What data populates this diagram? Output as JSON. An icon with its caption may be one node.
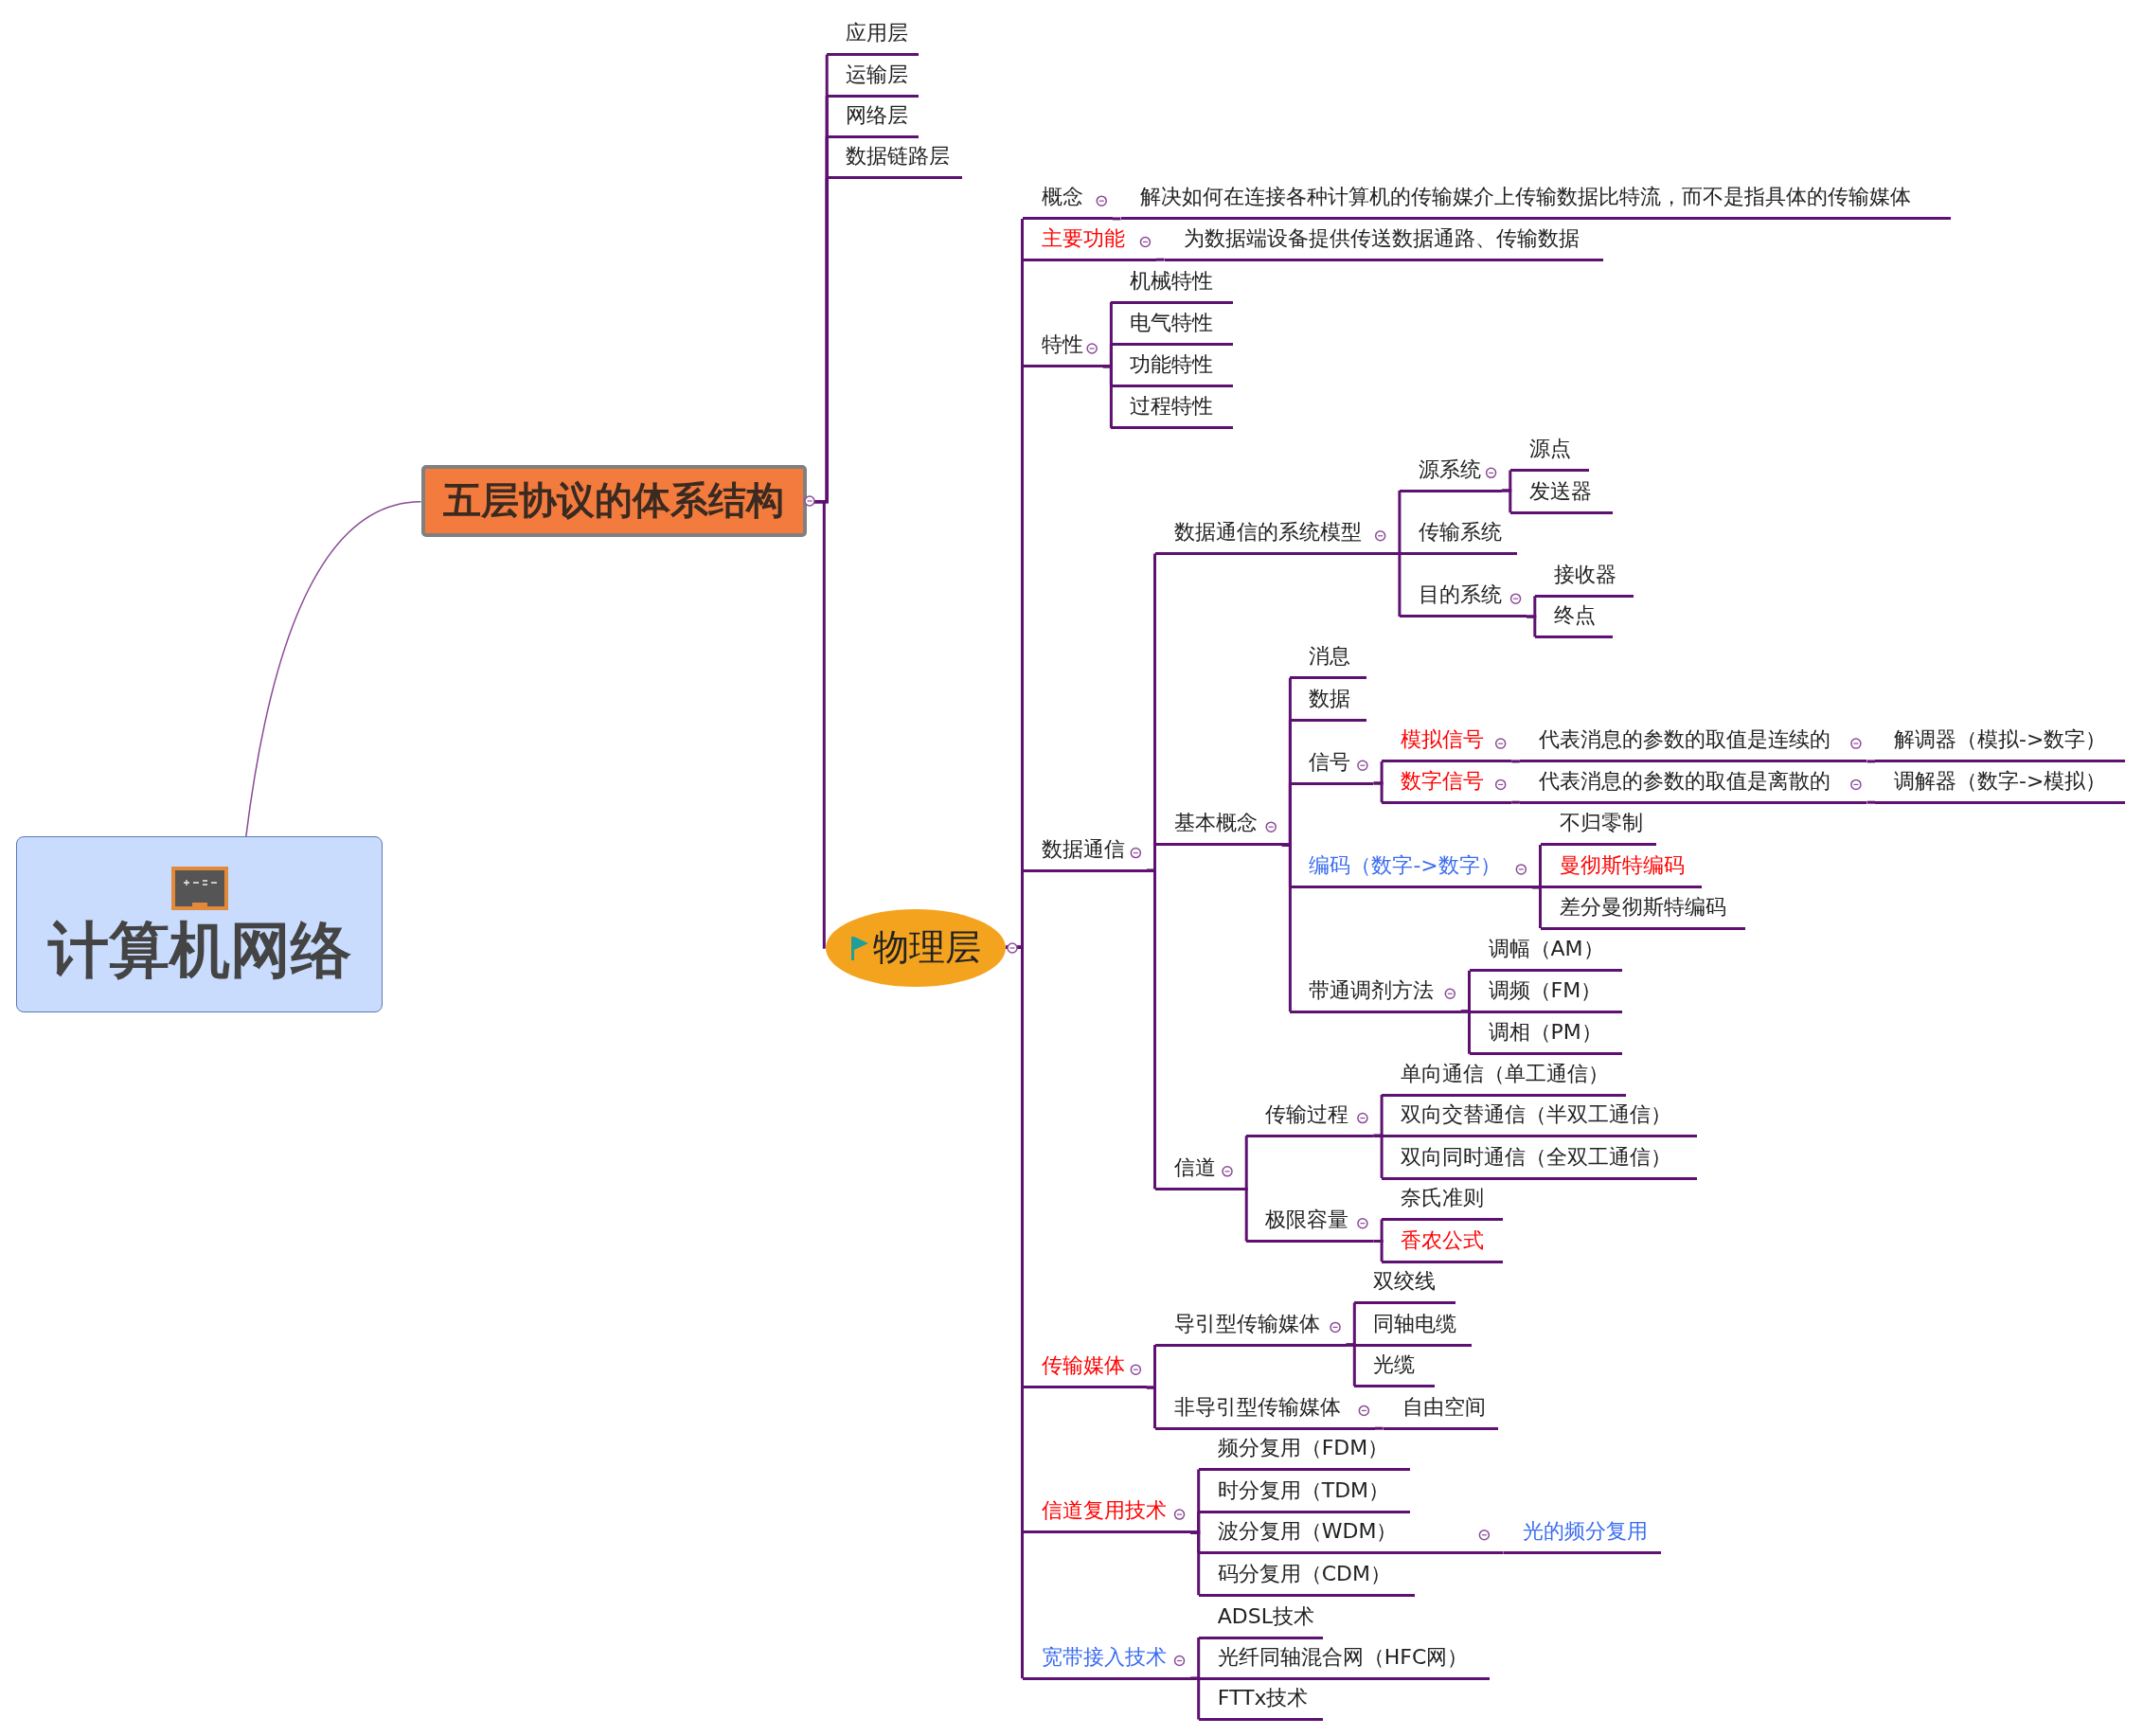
{
  "diagram": {
    "nodes": [
      {
        "text": [
          "计算机网络"
        ]
      },
      {
        "text": [
          "五层协议的体系结构"
        ]
      },
      {
        "text": [
          "应用层"
        ]
      },
      {
        "text": [
          "运输层"
        ]
      },
      {
        "text": [
          "网络层"
        ]
      },
      {
        "text": [
          "数据链路层"
        ]
      },
      {
        "text": [
          "物理层"
        ]
      },
      {
        "text": [
          "概念"
        ]
      },
      {
        "text": [
          "解决如何在连接各种计算机的传输媒介上传输数据比特流，而不是指具体的传输媒体"
        ]
      },
      {
        "text": [
          "主要功能"
        ]
      },
      {
        "text": [
          "为数据端设备提供传送数据通路、传输数据"
        ]
      },
      {
        "text": [
          "特性"
        ]
      },
      {
        "text": [
          "机械特性"
        ]
      },
      {
        "text": [
          "电气特性"
        ]
      },
      {
        "text": [
          "功能特性"
        ]
      },
      {
        "text": [
          "过程特性"
        ]
      },
      {
        "text": [
          "数据通信"
        ]
      },
      {
        "text": [
          "数据通信的系统模型"
        ]
      },
      {
        "text": [
          "源系统"
        ]
      },
      {
        "text": [
          "源点"
        ]
      },
      {
        "text": [
          "发送器"
        ]
      },
      {
        "text": [
          "传输系统"
        ]
      },
      {
        "text": [
          "目的系统"
        ]
      },
      {
        "text": [
          "接收器"
        ]
      },
      {
        "text": [
          "终点"
        ]
      },
      {
        "text": [
          "基本概念"
        ]
      },
      {
        "text": [
          "消息"
        ]
      },
      {
        "text": [
          "数据"
        ]
      },
      {
        "text": [
          "信号"
        ]
      },
      {
        "text": [
          "模拟信号"
        ]
      },
      {
        "text": [
          "代表消息的参数的取值是连续的"
        ]
      },
      {
        "text": [
          "解调器（模拟->数字）"
        ]
      },
      {
        "text": [
          "数字信号"
        ]
      },
      {
        "text": [
          "代表消息的参数的取值是离散的"
        ]
      },
      {
        "text": [
          "调解器（数字->模拟）"
        ]
      },
      {
        "text": [
          "编码（数字->数字）"
        ]
      },
      {
        "text": [
          "不归零制"
        ]
      },
      {
        "text": [
          "曼彻斯特编码"
        ]
      },
      {
        "text": [
          "差分曼彻斯特编码"
        ]
      },
      {
        "text": [
          "带通调剂方法"
        ]
      },
      {
        "text": [
          "调幅（AM）"
        ]
      },
      {
        "text": [
          "调频（FM）"
        ]
      },
      {
        "text": [
          "调相（PM）"
        ]
      },
      {
        "text": [
          "信道"
        ]
      },
      {
        "text": [
          "传输过程"
        ]
      },
      {
        "text": [
          "单向通信（单工通信）"
        ]
      },
      {
        "text": [
          "双向交替通信（半双工通信）"
        ]
      },
      {
        "text": [
          "双向同时通信（全双工通信）"
        ]
      },
      {
        "text": [
          "极限容量"
        ]
      },
      {
        "text": [
          "奈氏准则"
        ]
      },
      {
        "text": [
          "香农公式"
        ]
      },
      {
        "text": [
          "传输媒体"
        ]
      },
      {
        "text": [
          "导引型传输媒体"
        ]
      },
      {
        "text": [
          "双绞线"
        ]
      },
      {
        "text": [
          "同轴电缆"
        ]
      },
      {
        "text": [
          "光缆"
        ]
      },
      {
        "text": [
          "非导引型传输媒体"
        ]
      },
      {
        "text": [
          "自由空间"
        ]
      },
      {
        "text": [
          "信道复用技术"
        ]
      },
      {
        "text": [
          "频分复用（FDM）"
        ]
      },
      {
        "text": [
          "时分复用（TDM）"
        ]
      },
      {
        "text": [
          "波分复用（WDM）"
        ]
      },
      {
        "text": [
          "光的频分复用"
        ]
      },
      {
        "text": [
          "码分复用（CDM）"
        ]
      },
      {
        "text": [
          "宽带接入技术"
        ]
      },
      {
        "text": [
          "ADSL技术"
        ]
      },
      {
        "text": [
          "光纤同轴混合网（HFC网）"
        ]
      },
      {
        "text": [
          "FTTx技术"
        ]
      }
    ],
    "edges": [
      {
        "from": 0,
        "to": 1,
        "arrow": "none"
      },
      {
        "from": 1,
        "to": 2,
        "arrow": "none"
      },
      {
        "from": 1,
        "to": 3,
        "arrow": "none"
      },
      {
        "from": 1,
        "to": 4,
        "arrow": "none"
      },
      {
        "from": 1,
        "to": 5,
        "arrow": "none"
      },
      {
        "from": 1,
        "to": 6,
        "arrow": "none"
      },
      {
        "from": 6,
        "to": 7,
        "arrow": "none"
      },
      {
        "from": 7,
        "to": 8,
        "arrow": "none"
      },
      {
        "from": 6,
        "to": 9,
        "arrow": "none"
      },
      {
        "from": 9,
        "to": 10,
        "arrow": "none"
      },
      {
        "from": 6,
        "to": 11,
        "arrow": "none"
      },
      {
        "from": 11,
        "to": 12,
        "arrow": "none"
      },
      {
        "from": 11,
        "to": 13,
        "arrow": "none"
      },
      {
        "from": 11,
        "to": 14,
        "arrow": "none"
      },
      {
        "from": 11,
        "to": 15,
        "arrow": "none"
      },
      {
        "from": 6,
        "to": 16,
        "arrow": "none"
      },
      {
        "from": 16,
        "to": 17,
        "arrow": "none"
      },
      {
        "from": 17,
        "to": 18,
        "arrow": "none"
      },
      {
        "from": 18,
        "to": 19,
        "arrow": "none"
      },
      {
        "from": 18,
        "to": 20,
        "arrow": "none"
      },
      {
        "from": 17,
        "to": 21,
        "arrow": "none"
      },
      {
        "from": 17,
        "to": 22,
        "arrow": "none"
      },
      {
        "from": 22,
        "to": 23,
        "arrow": "none"
      },
      {
        "from": 22,
        "to": 24,
        "arrow": "none"
      },
      {
        "from": 16,
        "to": 25,
        "arrow": "none"
      },
      {
        "from": 25,
        "to": 26,
        "arrow": "none"
      },
      {
        "from": 25,
        "to": 27,
        "arrow": "none"
      },
      {
        "from": 25,
        "to": 28,
        "arrow": "none"
      },
      {
        "from": 28,
        "to": 29,
        "arrow": "none"
      },
      {
        "from": 29,
        "to": 30,
        "arrow": "none"
      },
      {
        "from": 30,
        "to": 31,
        "arrow": "none"
      },
      {
        "from": 28,
        "to": 32,
        "arrow": "none"
      },
      {
        "from": 32,
        "to": 33,
        "arrow": "none"
      },
      {
        "from": 33,
        "to": 34,
        "arrow": "none"
      },
      {
        "from": 25,
        "to": 35,
        "arrow": "none"
      },
      {
        "from": 35,
        "to": 36,
        "arrow": "none"
      },
      {
        "from": 35,
        "to": 37,
        "arrow": "none"
      },
      {
        "from": 35,
        "to": 38,
        "arrow": "none"
      },
      {
        "from": 25,
        "to": 39,
        "arrow": "none"
      },
      {
        "from": 39,
        "to": 40,
        "arrow": "none"
      },
      {
        "from": 39,
        "to": 41,
        "arrow": "none"
      },
      {
        "from": 39,
        "to": 42,
        "arrow": "none"
      },
      {
        "from": 16,
        "to": 43,
        "arrow": "none"
      },
      {
        "from": 43,
        "to": 44,
        "arrow": "none"
      },
      {
        "from": 44,
        "to": 45,
        "arrow": "none"
      },
      {
        "from": 44,
        "to": 46,
        "arrow": "none"
      },
      {
        "from": 44,
        "to": 47,
        "arrow": "none"
      },
      {
        "from": 43,
        "to": 48,
        "arrow": "none"
      },
      {
        "from": 48,
        "to": 49,
        "arrow": "none"
      },
      {
        "from": 48,
        "to": 50,
        "arrow": "none"
      },
      {
        "from": 6,
        "to": 51,
        "arrow": "none"
      },
      {
        "from": 51,
        "to": 52,
        "arrow": "none"
      },
      {
        "from": 52,
        "to": 53,
        "arrow": "none"
      },
      {
        "from": 52,
        "to": 54,
        "arrow": "none"
      },
      {
        "from": 52,
        "to": 55,
        "arrow": "none"
      },
      {
        "from": 51,
        "to": 56,
        "arrow": "none"
      },
      {
        "from": 56,
        "to": 57,
        "arrow": "none"
      },
      {
        "from": 6,
        "to": 58,
        "arrow": "none"
      },
      {
        "from": 58,
        "to": 59,
        "arrow": "none"
      },
      {
        "from": 58,
        "to": 60,
        "arrow": "none"
      },
      {
        "from": 58,
        "to": 61,
        "arrow": "none"
      },
      {
        "from": 61,
        "to": 62,
        "arrow": "none"
      },
      {
        "from": 58,
        "to": 63,
        "arrow": "none"
      },
      {
        "from": 6,
        "to": 64,
        "arrow": "none"
      },
      {
        "from": 64,
        "to": 65,
        "arrow": "none"
      },
      {
        "from": 64,
        "to": 66,
        "arrow": "none"
      },
      {
        "from": 64,
        "to": 67,
        "arrow": "none"
      }
    ]
  }
}
